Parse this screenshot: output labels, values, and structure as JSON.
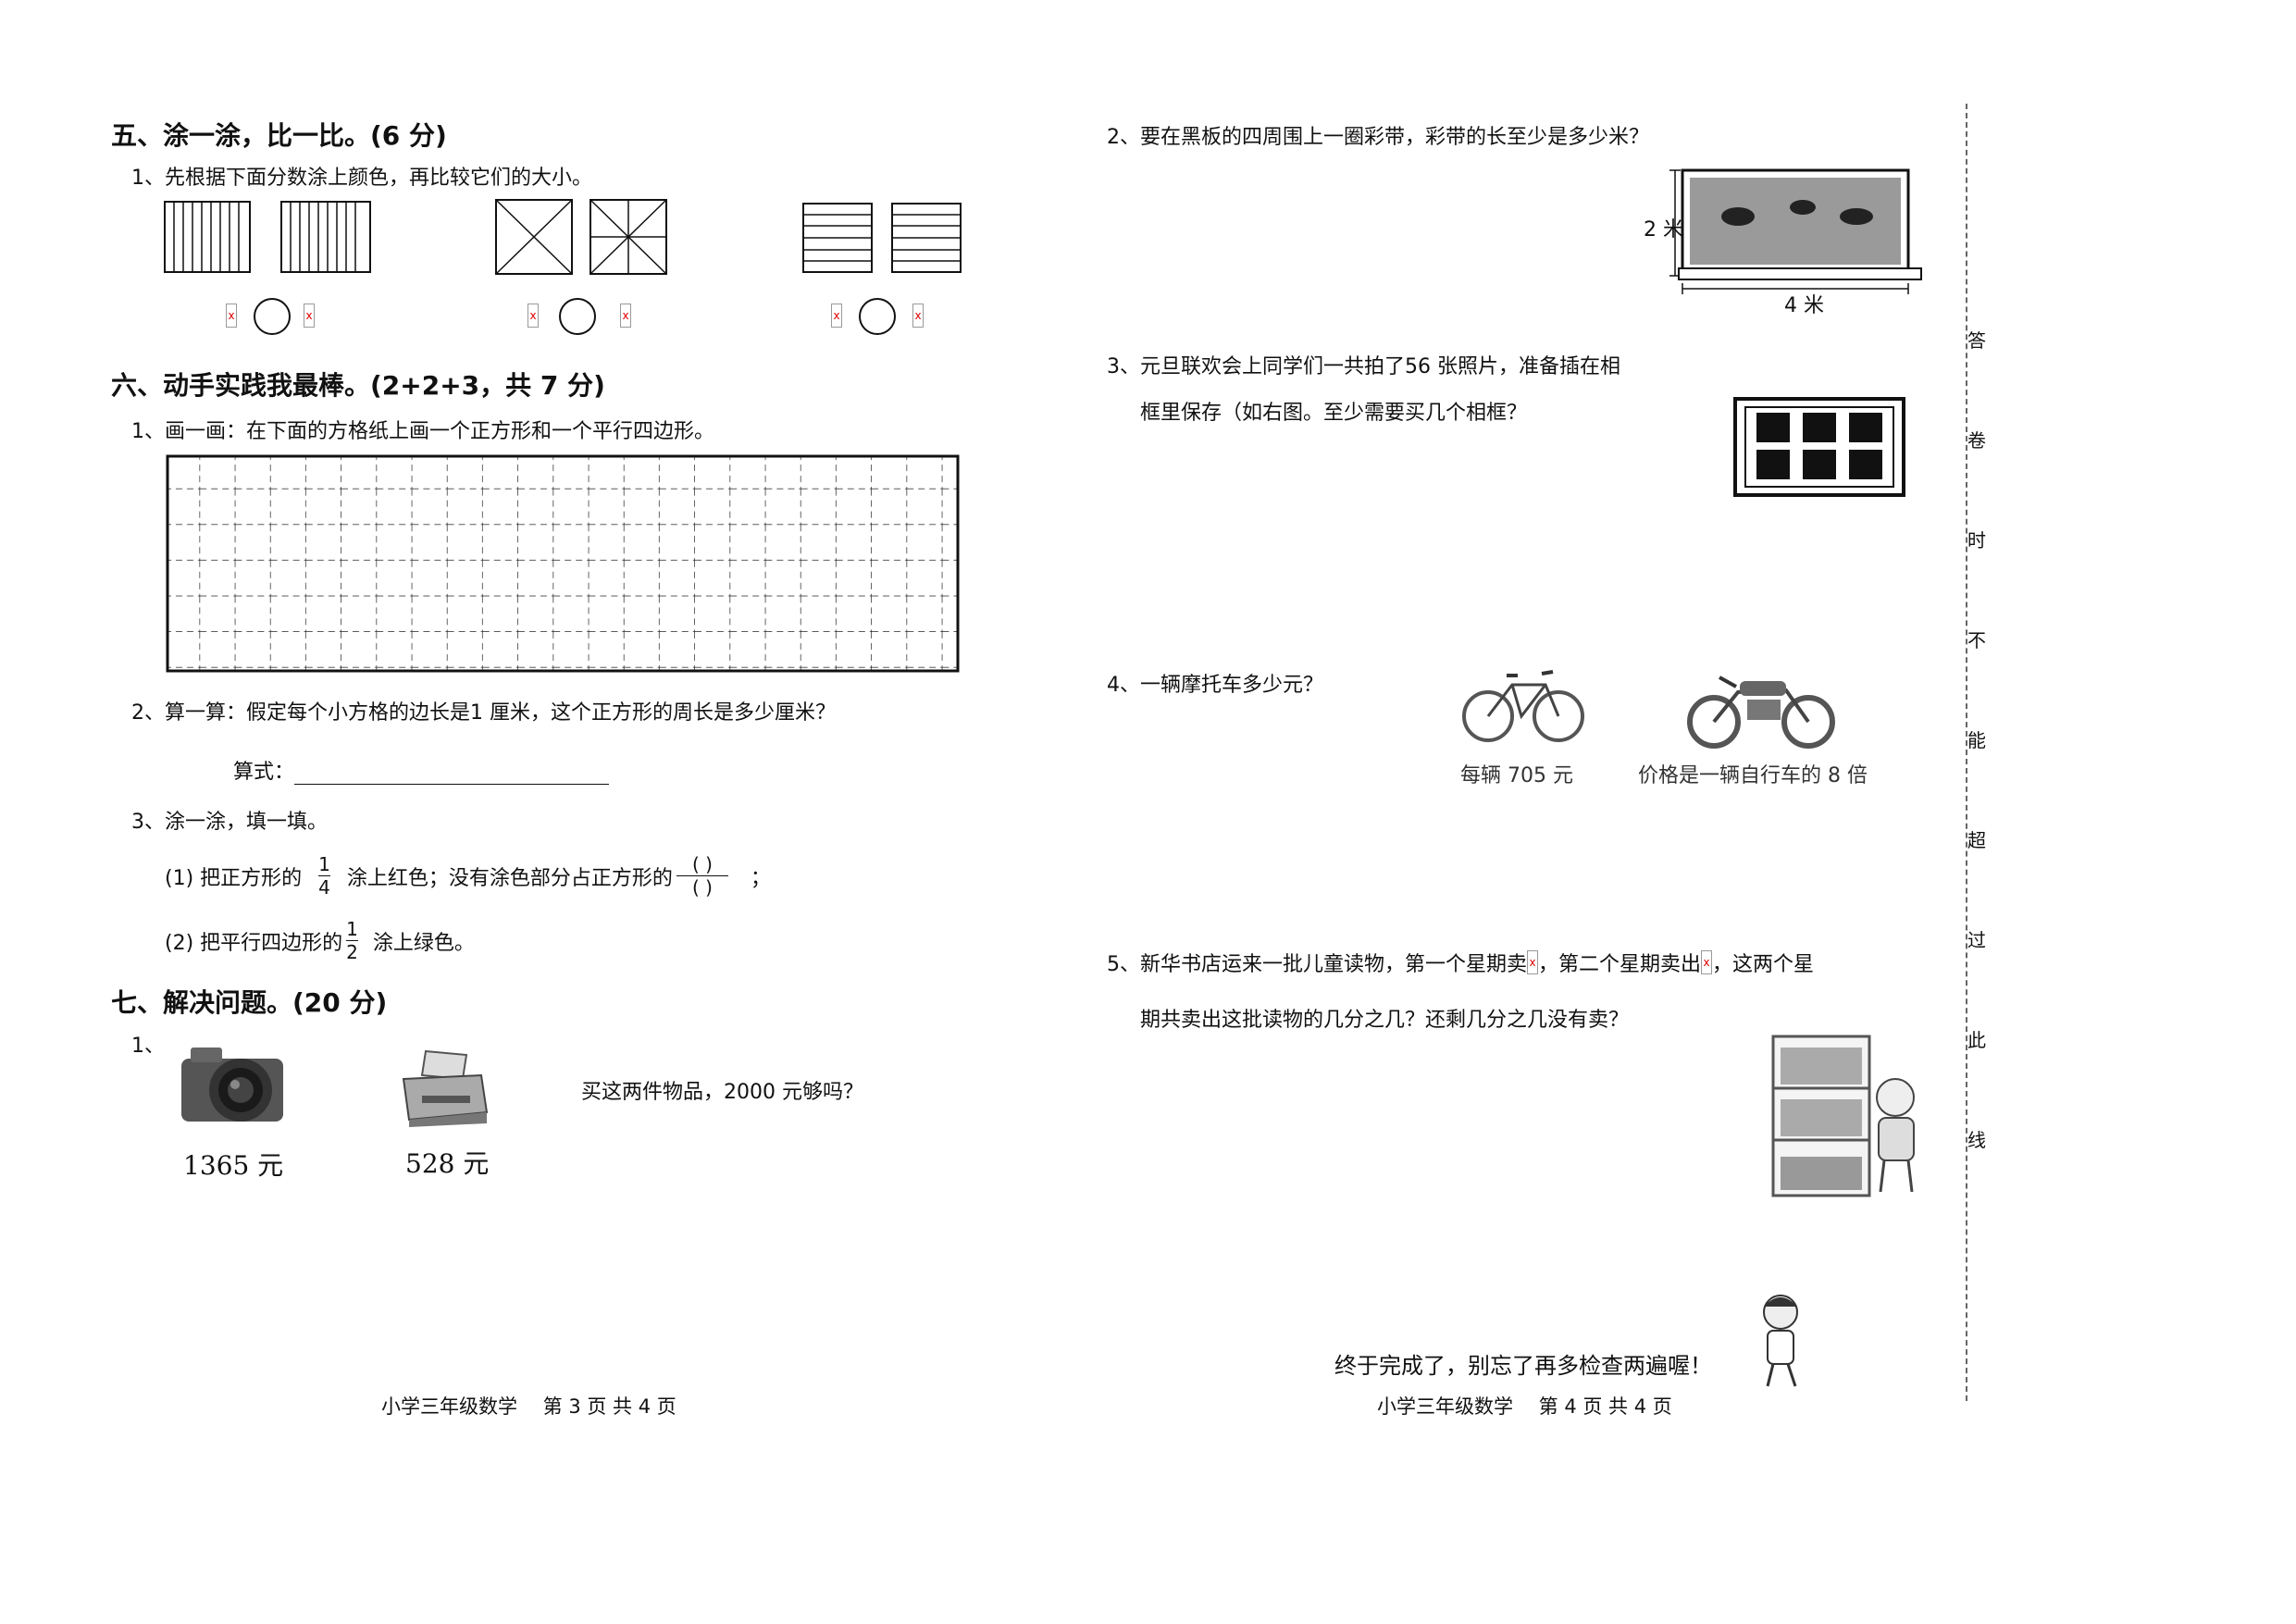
{
  "left": {
    "section5": {
      "title": "五、涂一涂，比一比。(6 分)",
      "q1": "1、先根据下面分数涂上颜色，再比较它们的大小。"
    },
    "section6": {
      "title": "六、动手实践我最棒。(2+2+3，共 7 分)",
      "q1": "1、画一画：在下面的方格纸上画一个正方形和一个平行四边形。",
      "q2": "2、算一算：假定每个小方格的边长是1 厘米，这个正方形的周长是多少厘米？",
      "formula_label": "算式：",
      "q3": "3、涂一涂，填一填。",
      "q3_1_a": "(1) 把正方形的",
      "q3_1_num": "1",
      "q3_1_den": "4",
      "q3_1_b": "涂上红色；没有涂色部分占正方形的",
      "q3_1_blank_num": "( )",
      "q3_1_blank_den": "( )",
      "q3_1_end": "；",
      "q3_2_a": "(2) 把平行四边形的",
      "q3_2_num": "1",
      "q3_2_den": "2",
      "q3_2_b": "涂上绿色。"
    },
    "section7": {
      "title": "七、解决问题。(20 分)",
      "q1_num": "1、",
      "camera_price": "1365 元",
      "printer_price": "528 元",
      "q1_text": "买这两件物品，2000 元够吗？"
    },
    "footer": "小学三年级数学　 第 3 页 共 4 页"
  },
  "right": {
    "q2": "2、要在黑板的四周围上一圈彩带，彩带的长至少是多少米？",
    "board_height": "2 米",
    "board_width": "4 米",
    "q3_line1": "3、元旦联欢会上同学们一共拍了56 张照片，准备插在相",
    "q3_line2": "框里保存（如右图。至少需要买几个相框？",
    "q4": "4、一辆摩托车多少元？",
    "bike_caption": "每辆 705 元",
    "moto_caption": "价格是一辆自行车的 8 倍",
    "q5_a": "5、新华书店运来一批儿童读物，第一个星期卖",
    "q5_b": "，第二个星期卖出",
    "q5_c": "，这两个星",
    "q5_line2": "期共卖出这批读物的几分之几？还剩几分之几没有卖？",
    "closing": "终于完成了，别忘了再多检查两遍喔！",
    "footer": "小学三年级数学　 第 4 页 共 4 页"
  },
  "margin_text": [
    "答",
    "卷",
    "时",
    "不",
    "能",
    "超",
    "过",
    "此",
    "线"
  ],
  "placeholder_mark": "x"
}
